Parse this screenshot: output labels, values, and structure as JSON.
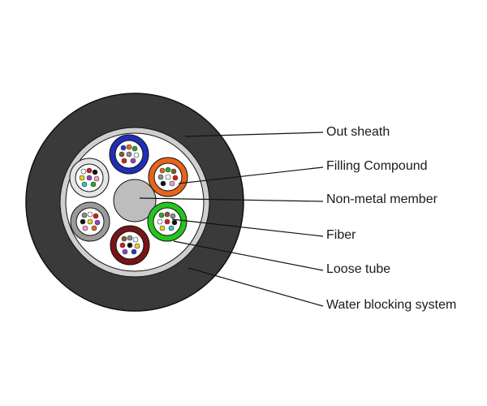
{
  "diagram": {
    "labels": [
      "Out sheath",
      "Filling Compound",
      "Non-metal member",
      "Fiber",
      "Loose tube",
      "Water blocking system"
    ]
  },
  "colors": {
    "outer_sheath": "#3a3a3a",
    "water_blocking": "#cfcfcf",
    "filling_compound": "#ffffff",
    "central_member": "#bdbdbd",
    "outline": "#111111",
    "tubes": [
      "#1f2fb8",
      "#e8641b",
      "#26c41d",
      "#7a1414",
      "#9a9a9a",
      "#e6e6e6"
    ],
    "fibers": [
      "#1f3ad1",
      "#e8641b",
      "#2fa52a",
      "#8a5a2b",
      "#8c8c8c",
      "#ffffff",
      "#d81a1a",
      "#111111",
      "#e8d21a",
      "#9b3fbf",
      "#f29ec8",
      "#2fc7c7"
    ]
  },
  "icons": {
    "tube": "loose-tube-icon",
    "fiber": "fiber-dot-icon"
  }
}
